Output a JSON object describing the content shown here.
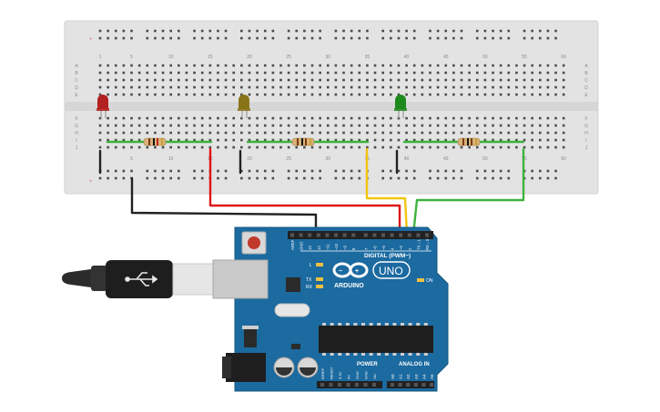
{
  "breadboard": {
    "column_numbers": [
      "1",
      "5",
      "10",
      "15",
      "20",
      "25",
      "30",
      "35",
      "40",
      "45",
      "50",
      "55",
      "60"
    ],
    "row_letters_top": [
      "A",
      "B",
      "C",
      "D",
      "E"
    ],
    "row_letters_bottom": [
      "F",
      "G",
      "H",
      "I",
      "J"
    ]
  },
  "components": {
    "leds": [
      {
        "name": "red-led",
        "color": "#b32020"
      },
      {
        "name": "yellow-led",
        "color": "#8a7418"
      },
      {
        "name": "green-led",
        "color": "#1e8a1e"
      }
    ],
    "wire_colors": {
      "black": "#222222",
      "red": "#e01515",
      "yellow": "#f2c40f",
      "green": "#3db33d"
    }
  },
  "arduino": {
    "logo_text": "ARDUINO",
    "uno_text": "UNO",
    "digital_label": "DIGITAL (PWM~)",
    "power_label": "POWER",
    "analog_label": "ANALOG IN",
    "on_label": "ON",
    "l_label": "L",
    "tx_label": "TX",
    "rx_label": "RX",
    "digital_pins": [
      "AREF",
      "GND",
      "13",
      "12",
      "~11",
      "~10",
      "~9",
      "8",
      "7",
      "~6",
      "~5",
      "4",
      "~3",
      "2",
      "TX→1",
      "RX←0"
    ],
    "power_pins": [
      "IOREF",
      "RESET",
      "3.3V",
      "5V",
      "GND",
      "GND",
      "Vin"
    ],
    "analog_pins": [
      "A0",
      "A1",
      "A2",
      "A3",
      "A4",
      "A5"
    ],
    "board_color": "#1b6aa0"
  }
}
